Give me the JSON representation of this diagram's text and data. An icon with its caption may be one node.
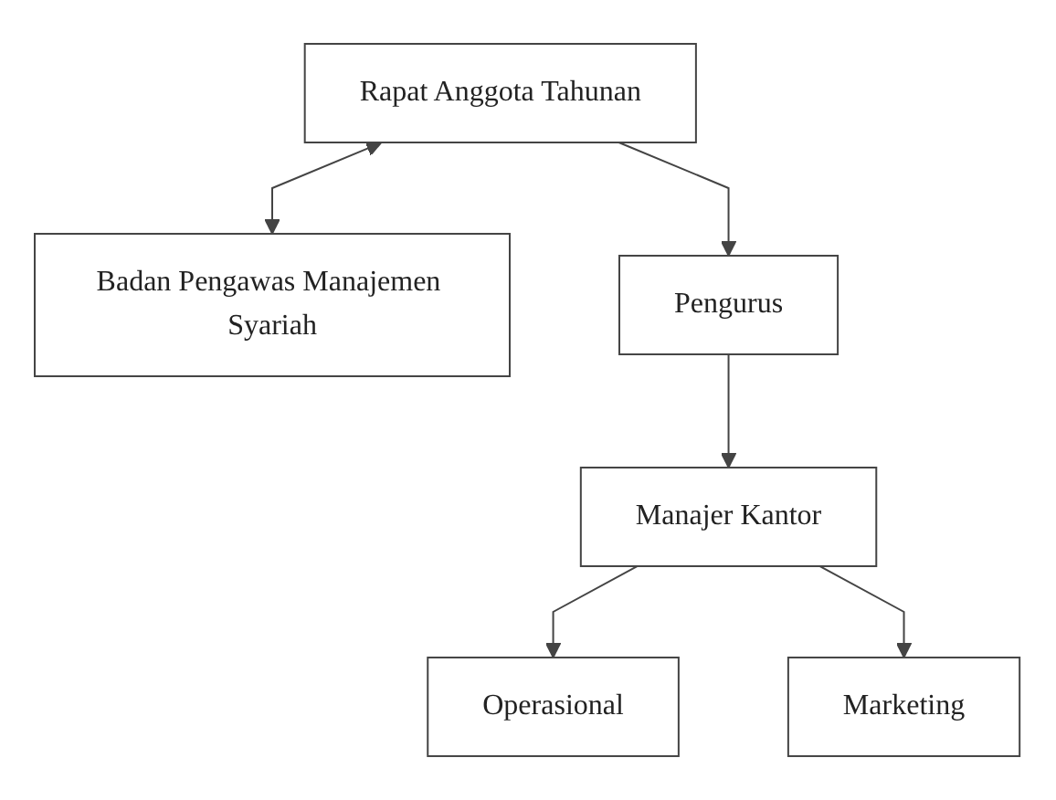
{
  "diagram": {
    "nodes": [
      {
        "text": [
          "Rapat Anggota Tahunan"
        ]
      },
      {
        "text": [
          "Badan Pengawas Manajemen Syariah"
        ]
      },
      {
        "text": [
          "Pengurus"
        ]
      },
      {
        "text": [
          "Manajer Kantor"
        ]
      },
      {
        "text": [
          "Operasional"
        ]
      },
      {
        "text": [
          "Marketing"
        ]
      }
    ],
    "edges": [
      {
        "from": 0,
        "to": 2,
        "arrow": "to"
      },
      {
        "from": 0,
        "to": 1,
        "arrow": "both"
      },
      {
        "from": 2,
        "to": 3,
        "arrow": "to"
      },
      {
        "from": 3,
        "to": 4,
        "arrow": "to"
      },
      {
        "from": 3,
        "to": 5,
        "arrow": "to"
      }
    ]
  }
}
